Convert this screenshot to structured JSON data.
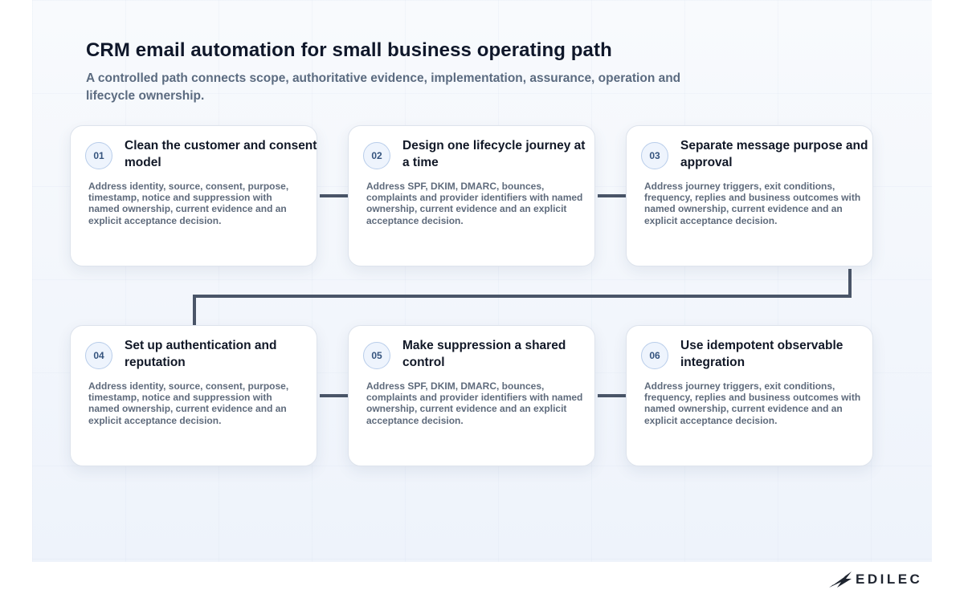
{
  "title": "CRM email automation for small business operating path",
  "subtitle": "A controlled path connects scope, authoritative evidence, implementation, assurance, operation and lifecycle ownership.",
  "steps": [
    {
      "number": "01",
      "title": "Clean the customer and consent model",
      "body": "Address identity, source, consent, purpose, timestamp, notice and suppression with named ownership, current evidence and an explicit acceptance decision."
    },
    {
      "number": "02",
      "title": "Design one lifecycle journey at a time",
      "body": "Address SPF, DKIM, DMARC, bounces, complaints and provider identifiers with named ownership, current evidence and an explicit acceptance decision."
    },
    {
      "number": "03",
      "title": "Separate message purpose and approval",
      "body": "Address journey triggers, exit conditions, frequency, replies and business outcomes with named ownership, current evidence and an explicit acceptance decision."
    },
    {
      "number": "04",
      "title": "Set up authentication and reputation",
      "body": "Address identity, source, consent, purpose, timestamp, notice and suppression with named ownership, current evidence and an explicit acceptance decision."
    },
    {
      "number": "05",
      "title": "Make suppression a shared control",
      "body": "Address SPF, DKIM, DMARC, bounces, complaints and provider identifiers with named ownership, current evidence and an explicit acceptance decision."
    },
    {
      "number": "06",
      "title": "Use idempotent observable integration",
      "body": "Address journey triggers, exit conditions, frequency, replies and business outcomes with named ownership, current evidence and an explicit acceptance decision."
    }
  ],
  "brand": {
    "name": "EDILEC",
    "logo_icon": "edilec-wing-logo-icon"
  },
  "colors": {
    "connector": "#4a5568",
    "badge_text": "#35547e",
    "title_text": "#0f172a",
    "body_text": "#5f6b7c"
  }
}
